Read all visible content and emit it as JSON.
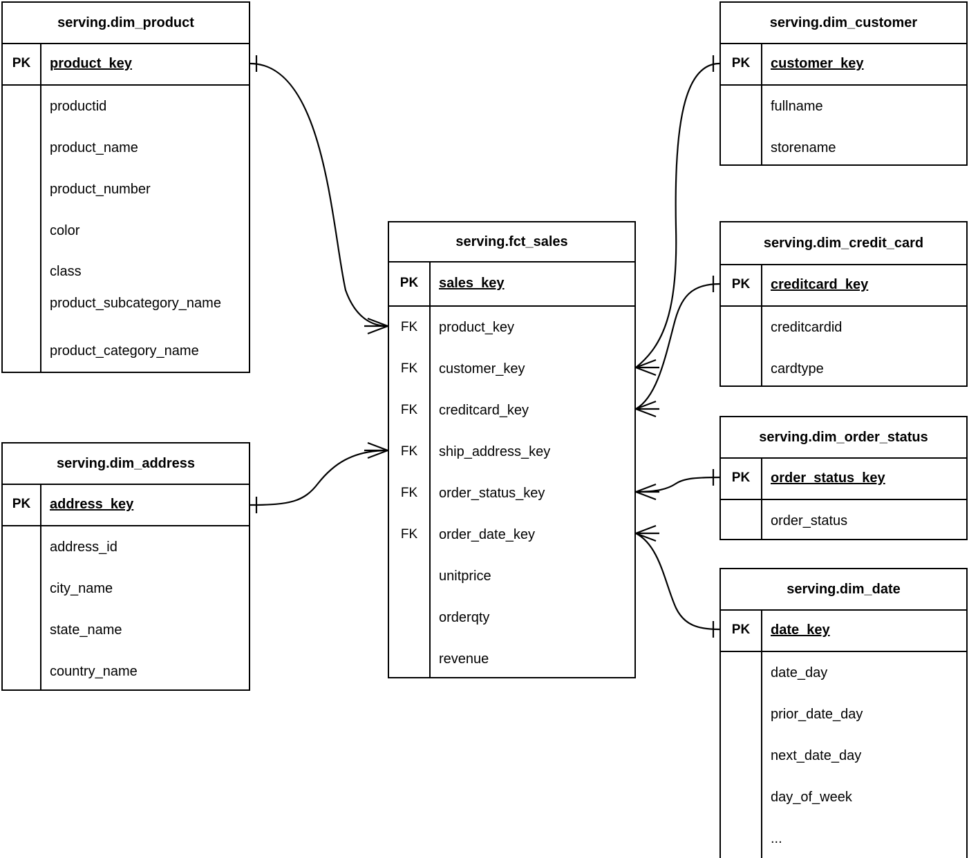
{
  "diagram": {
    "type": "entity-relationship-diagram",
    "notation": "crows-foot",
    "background_color": "#ffffff",
    "line_color": "#000000"
  },
  "entities": {
    "dim_product": {
      "title": "serving.dim_product",
      "pk_label": "PK",
      "pk_field": "product_key",
      "fields": [
        "productid",
        "product_name",
        "product_number",
        "color",
        "class",
        "product_subcategory_name",
        "product_category_name"
      ]
    },
    "dim_address": {
      "title": "serving.dim_address",
      "pk_label": "PK",
      "pk_field": "address_key",
      "fields": [
        "address_id",
        "city_name",
        "state_name",
        "country_name"
      ]
    },
    "fct_sales": {
      "title": "serving.fct_sales",
      "pk_label": "PK",
      "pk_field": "sales_key",
      "fk_label": "FK",
      "fk_fields": [
        "product_key",
        "customer_key",
        "creditcard_key",
        "ship_address_key",
        "order_status_key",
        "order_date_key"
      ],
      "measure_fields": [
        "unitprice",
        "orderqty",
        "revenue"
      ]
    },
    "dim_customer": {
      "title": "serving.dim_customer",
      "pk_label": "PK",
      "pk_field": "customer_key",
      "fields": [
        "fullname",
        "storename"
      ]
    },
    "dim_credit_card": {
      "title": "serving.dim_credit_card",
      "pk_label": "PK",
      "pk_field": "creditcard_key",
      "fields": [
        "creditcardid",
        "cardtype"
      ]
    },
    "dim_order_status": {
      "title": "serving.dim_order_status",
      "pk_label": "PK",
      "pk_field": "order_status_key",
      "fields": [
        "order_status"
      ]
    },
    "dim_date": {
      "title": "serving.dim_date",
      "pk_label": "PK",
      "pk_field": "date_key",
      "fields": [
        "date_day",
        "prior_date_day",
        "next_date_day",
        "day_of_week",
        "..."
      ]
    }
  },
  "relationships": [
    {
      "name": "product-to-sales",
      "from_entity": "dim_product",
      "from_field": "product_key",
      "from_cardinality": "one",
      "to_entity": "fct_sales",
      "to_field": "product_key",
      "to_cardinality": "many"
    },
    {
      "name": "address-to-sales",
      "from_entity": "dim_address",
      "from_field": "address_key",
      "from_cardinality": "one",
      "to_entity": "fct_sales",
      "to_field": "ship_address_key",
      "to_cardinality": "many"
    },
    {
      "name": "customer-to-sales",
      "from_entity": "dim_customer",
      "from_field": "customer_key",
      "from_cardinality": "one",
      "to_entity": "fct_sales",
      "to_field": "customer_key",
      "to_cardinality": "many"
    },
    {
      "name": "creditcard-to-sales",
      "from_entity": "dim_credit_card",
      "from_field": "creditcard_key",
      "from_cardinality": "one",
      "to_entity": "fct_sales",
      "to_field": "creditcard_key",
      "to_cardinality": "many"
    },
    {
      "name": "orderstatus-to-sales",
      "from_entity": "dim_order_status",
      "from_field": "order_status_key",
      "from_cardinality": "one",
      "to_entity": "fct_sales",
      "to_field": "order_status_key",
      "to_cardinality": "many"
    },
    {
      "name": "date-to-sales",
      "from_entity": "dim_date",
      "from_field": "date_key",
      "from_cardinality": "one",
      "to_entity": "fct_sales",
      "to_field": "order_date_key",
      "to_cardinality": "many"
    }
  ]
}
